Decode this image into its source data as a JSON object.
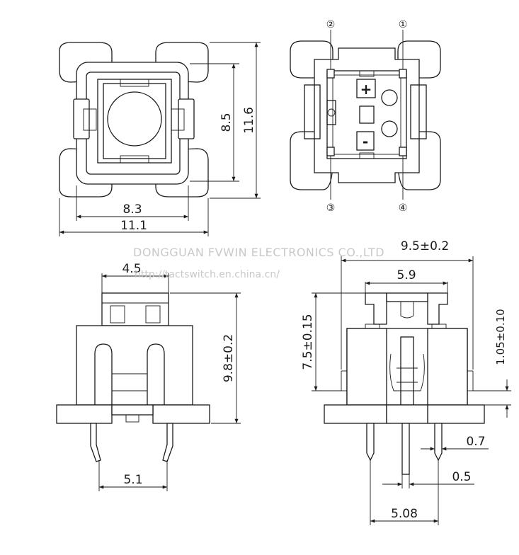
{
  "top_view": {
    "dim_width_body": "8.3",
    "dim_width_total": "11.1",
    "dim_height_body": "8.5",
    "dim_height_total": "11.6"
  },
  "bottom_view": {
    "pins": [
      "①",
      "②",
      "③",
      "④"
    ],
    "plus_symbol": "+",
    "minus_symbol": "-"
  },
  "front_view": {
    "dim_actuator_width": "4.5",
    "dim_height": "9.8±0.2",
    "dim_pin_spacing": "5.1"
  },
  "side_view": {
    "dim_body_width": "9.5±0.2",
    "dim_cap_width": "5.9",
    "dim_height": "7.5±0.15",
    "dim_offset": "1.05±0.10",
    "dim_pin_width": "0.7",
    "dim_center_pin": "0.5",
    "dim_pin_pitch": "5.08"
  },
  "watermark": {
    "company": "DONGGUAN FVWIN ELECTRONICS CO.,LTD",
    "url": "http://tactswitch.en.china.cn/"
  }
}
